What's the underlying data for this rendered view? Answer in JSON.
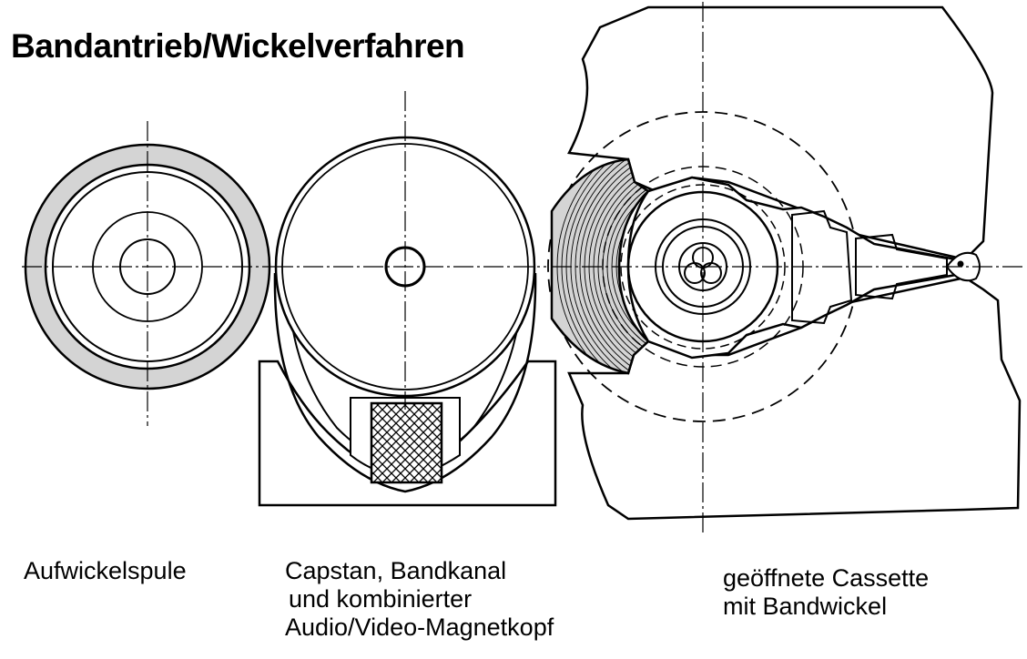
{
  "title": "Bandantrieb/Wickelverfahren",
  "labels": {
    "reel": "Aufwickelspule",
    "capstan": [
      "Capstan, Bandkanal",
      "und kombinierter",
      "Audio/Video-Magnetkopf"
    ],
    "cassette": [
      "geöffnete Cassette",
      "mit Bandwickel"
    ]
  },
  "colors": {
    "line": "#000000",
    "tape_fill": "#d4d4d4",
    "background": "#ffffff"
  }
}
